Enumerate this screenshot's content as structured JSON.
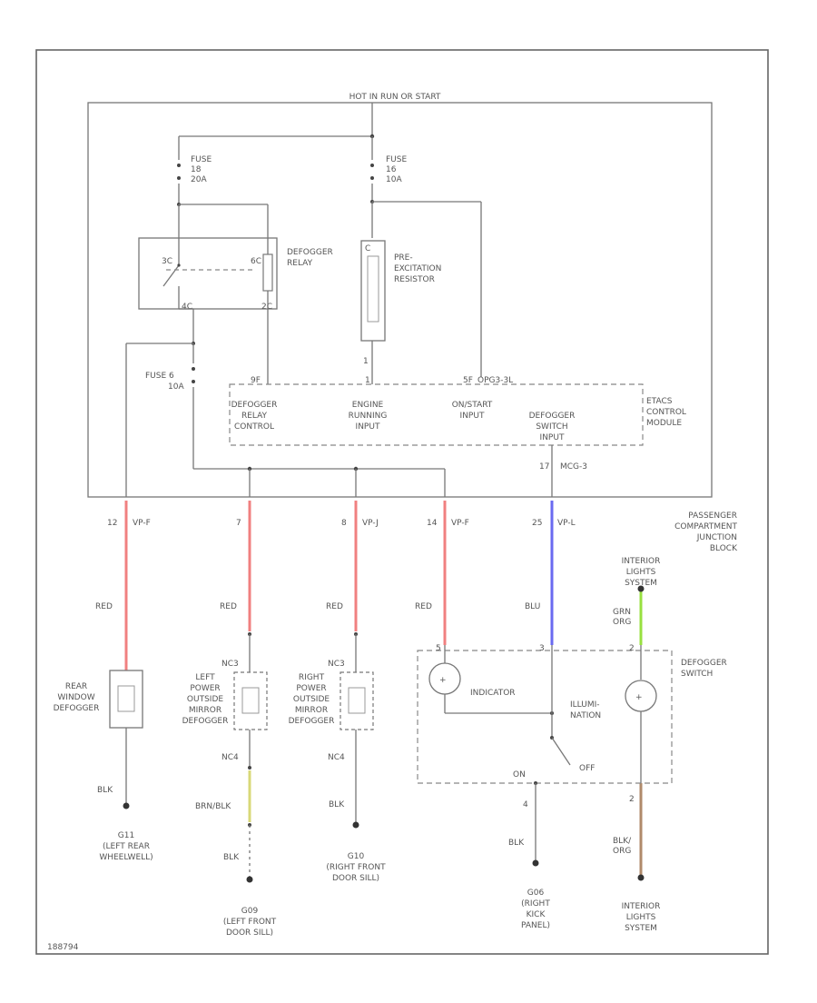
{
  "top_label": "HOT IN RUN OR START",
  "fuses": {
    "left": {
      "line1": "FUSE",
      "line2": "18",
      "line3": "20A"
    },
    "right": {
      "line1": "FUSE",
      "line2": "16",
      "line3": "10A"
    },
    "fuse6": {
      "line1": "FUSE 6",
      "line2": "10A"
    }
  },
  "relay": {
    "label1": "DEFOGGER",
    "label2": "RELAY",
    "pin_tl": "3C",
    "pin_tr": "6C",
    "pin_bl": "4C",
    "pin_br": "2C"
  },
  "resistor": {
    "label1": "PRE-",
    "label2": "EXCITATION",
    "label3": "RESISTOR",
    "pin_top": "C",
    "pin_bottom": "1"
  },
  "module": {
    "label1": "ETACS",
    "label2": "CONTROL",
    "label3": "MODULE",
    "conn_left": "9F",
    "conn_mid": "1",
    "conn_right": "5F",
    "conn_right_label": "OPG3-3L",
    "inputs": [
      {
        "l1": "DEFOGGER",
        "l2": "RELAY",
        "l3": "CONTROL"
      },
      {
        "l1": "ENGINE",
        "l2": "RUNNING",
        "l3": "INPUT"
      },
      {
        "l1": "ON/START",
        "l2": "INPUT",
        "l3": ""
      },
      {
        "l1": "DEFOGGER",
        "l2": "SWITCH",
        "l3": "INPUT"
      }
    ],
    "out_pin": "17",
    "out_conn": "MCG-3"
  },
  "junction_block": {
    "label1": "PASSENGER",
    "label2": "COMPARTMENT",
    "label3": "JUNCTION",
    "label4": "BLOCK"
  },
  "bottom_pins": [
    {
      "num": "12",
      "conn": "VP-F"
    },
    {
      "num": "7",
      "conn": ""
    },
    {
      "num": "8",
      "conn": "VP-J"
    },
    {
      "num": "14",
      "conn": "VP-F"
    },
    {
      "num": "25",
      "conn": "VP-L"
    }
  ],
  "wire_labels": {
    "red1": "RED",
    "red2": "RED",
    "red3": "RED",
    "red4": "RED",
    "blu": "BLU",
    "grn1": "GRN",
    "grn2": "ORG",
    "blk1": "BLK",
    "blk2": "BLK",
    "blk3": "BLK",
    "blk4": "BLK",
    "blkorg1": "BLK/",
    "blkorg2": "ORG",
    "brnblk": "BRN/BLK"
  },
  "components": {
    "rear": {
      "l1": "REAR",
      "l2": "WINDOW",
      "l3": "DEFOGGER"
    },
    "left_mirror": {
      "l1": "LEFT",
      "l2": "POWER",
      "l3": "OUTSIDE",
      "l4": "MIRROR",
      "l5": "DEFOGGER",
      "pin_top": "NC3",
      "pin_bottom": "NC4"
    },
    "right_mirror": {
      "l1": "RIGHT",
      "l2": "POWER",
      "l3": "OUTSIDE",
      "l4": "MIRROR",
      "l5": "DEFOGGER",
      "pin_top": "NC3",
      "pin_bottom": "NC4"
    },
    "switch": {
      "label1": "DEFOGGER",
      "label2": "SWITCH",
      "indicator": "INDICATOR",
      "illum1": "ILLUMI-",
      "illum2": "NATION",
      "on": "ON",
      "off": "OFF",
      "pin_on_num": "4",
      "pin_illum_num": "2",
      "pin_5": "5",
      "pin_3": "3",
      "pin_2": "2"
    },
    "int_lights_top": {
      "l1": "INTERIOR",
      "l2": "LIGHTS",
      "l3": "SYSTEM"
    },
    "int_lights_bottom": {
      "l1": "INTERIOR",
      "l2": "LIGHTS",
      "l3": "SYSTEM"
    }
  },
  "grounds": [
    {
      "l1": "G11",
      "l2": "(LEFT REAR",
      "l3": "WHEELWELL)"
    },
    {
      "l1": "G09",
      "l2": "(LEFT FRONT",
      "l3": "DOOR SILL)"
    },
    {
      "l1": "G10",
      "l2": "(RIGHT FRONT",
      "l3": "DOOR SILL)"
    },
    {
      "l1": "G06",
      "l2": "(RIGHT",
      "l3": "KICK",
      "l4": "PANEL)"
    }
  ],
  "footer_code": "188794",
  "colors": {
    "red": "#f08080",
    "blue": "#6a6af0",
    "green": "#98e040",
    "brown": "#b08a6a",
    "yellow": "#d8d878",
    "line": "#777777"
  }
}
